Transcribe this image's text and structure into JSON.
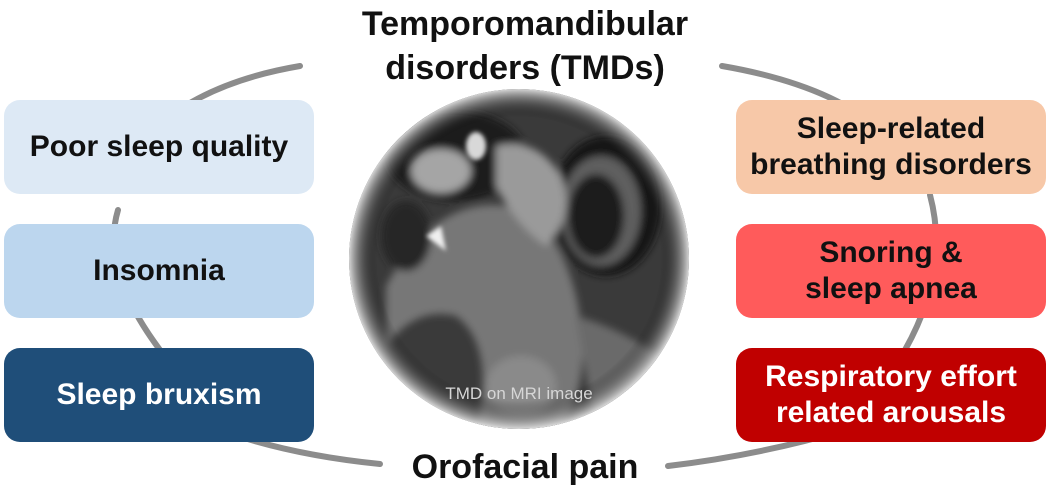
{
  "title": {
    "line1": "Temporomandibular",
    "line2": "disorders (TMDs)"
  },
  "bottom_title": "Orofacial pain",
  "left_boxes": [
    {
      "lines": [
        "Poor sleep quality"
      ],
      "bg": "#dde9f5",
      "color": "#111111"
    },
    {
      "lines": [
        "Insomnia"
      ],
      "bg": "#bcd6ee",
      "color": "#111111"
    },
    {
      "lines": [
        "Sleep bruxism"
      ],
      "bg": "#1f4e79",
      "color": "#ffffff"
    }
  ],
  "right_boxes": [
    {
      "lines": [
        "Sleep-related",
        "breathing disorders"
      ],
      "bg": "#f7c8a8",
      "color": "#111111"
    },
    {
      "lines": [
        "Snoring &",
        "sleep apnea"
      ],
      "bg": "#ff5b5b",
      "color": "#111111"
    },
    {
      "lines": [
        "Respiratory effort",
        "related arousals"
      ],
      "bg": "#c00000",
      "color": "#ffffff"
    }
  ],
  "image": {
    "caption": "TMD on MRI image"
  },
  "colors": {
    "ring": "#8c8c8c"
  }
}
